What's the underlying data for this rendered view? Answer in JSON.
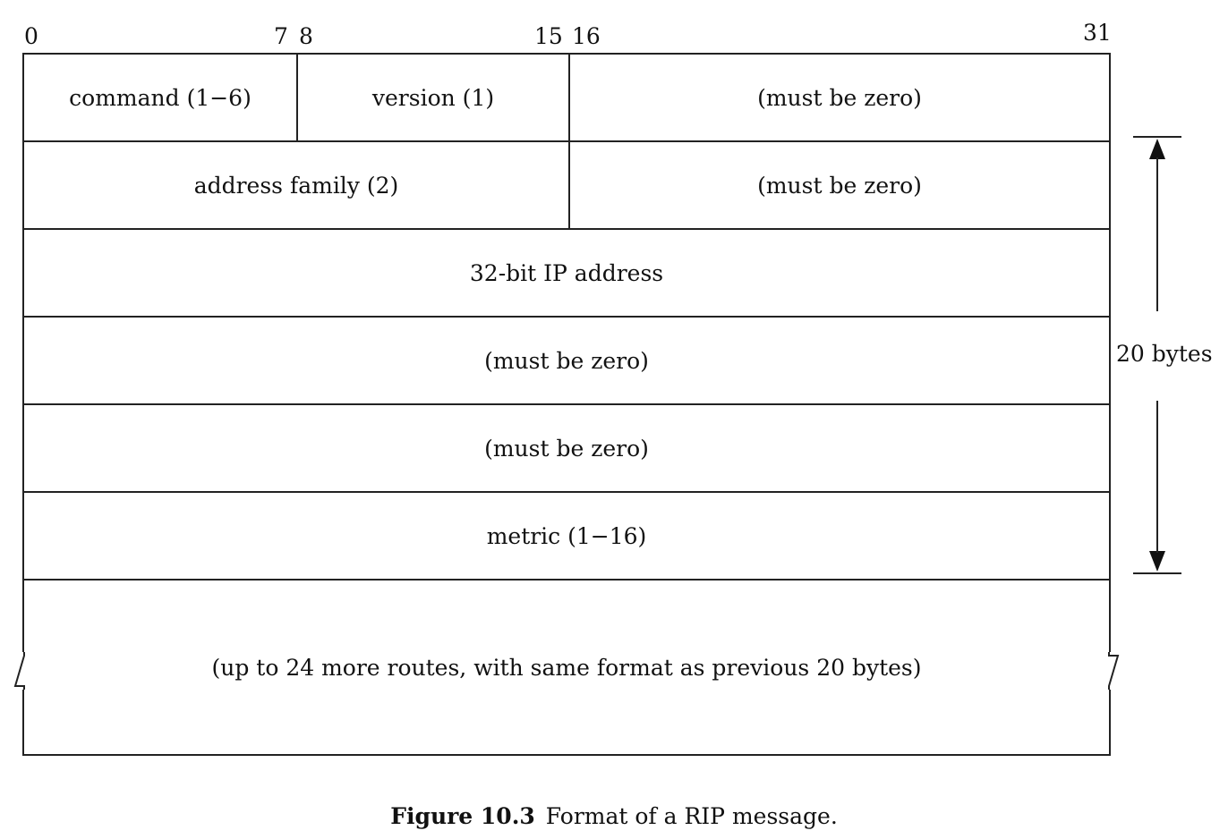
{
  "bits": {
    "b0": "0",
    "b7": "7",
    "b8": "8",
    "b15": "15",
    "b16": "16",
    "b31": "31"
  },
  "rows": {
    "r1": {
      "command": "command (1−6)",
      "version": "version (1)",
      "zero": "(must be zero)"
    },
    "r2": {
      "family": "address family (2)",
      "zero": "(must be zero)"
    },
    "r3": {
      "ip": "32-bit IP address"
    },
    "r4": {
      "zero": "(must be zero)"
    },
    "r5": {
      "zero": "(must be zero)"
    },
    "r6": {
      "metric": "metric (1−16)"
    },
    "r7": {
      "more": "(up to 24 more routes, with same format as previous 20 bytes)"
    }
  },
  "dimension": {
    "label": "20 bytes"
  },
  "caption": {
    "figure": "Figure 10.3",
    "text": "Format of a RIP message."
  }
}
